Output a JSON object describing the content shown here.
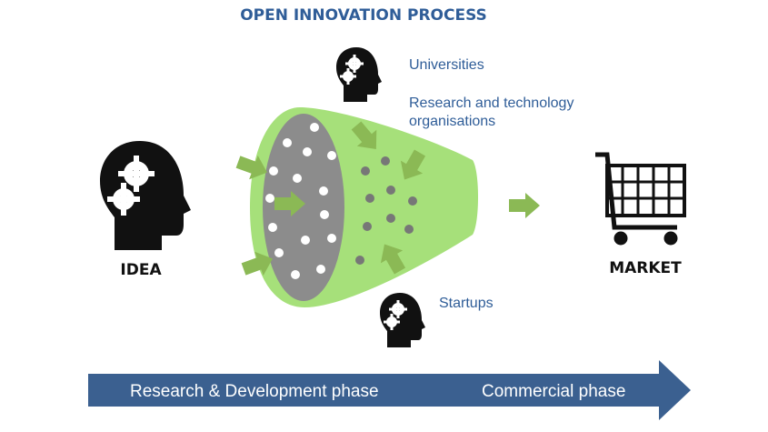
{
  "title": "OPEN INNOVATION PROCESS",
  "sources": {
    "universities": "Universities",
    "rto_line1": "Research and technology",
    "rto_line2": "organisations",
    "startups": "Startups"
  },
  "idea_label": "IDEA",
  "market_label": "MARKET",
  "phases": {
    "rd": "Research & Development phase",
    "commercial": "Commercial phase"
  },
  "colors": {
    "title": "#2f5d98",
    "funnel": "#a6e07a",
    "arrow": "#8bb955",
    "ellipse": "#8c8c8c",
    "phase_arrow": "#3b6090"
  }
}
